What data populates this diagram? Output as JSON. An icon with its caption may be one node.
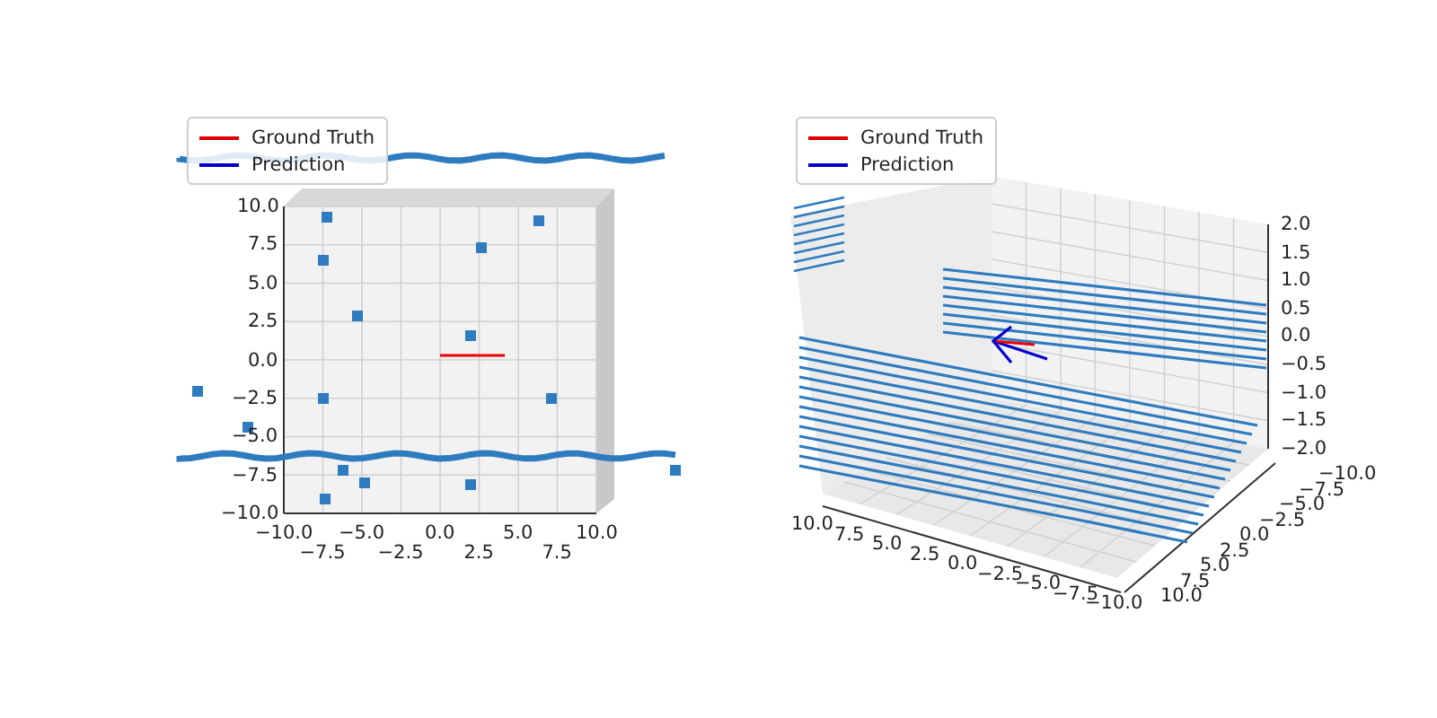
{
  "diagram": {
    "labels": [
      "10.0",
      "7.5",
      "5.0",
      "2.5",
      "0.0",
      "−2.5",
      "−5.0",
      "−7.5",
      "−10.0",
      "−10.0",
      "−7.5",
      "−5.0",
      "−2.5",
      "0.0",
      "2.5",
      "5.0",
      "7.5",
      "10.0",
      "2.0",
      "1.5",
      "1.0",
      "0.5",
      "0.0",
      "−0.5",
      "−1.0",
      "−1.5",
      "−2.0",
      "10.0",
      "7.5",
      "5.0",
      "2.5",
      "0.0",
      "−2.5",
      "−5.0",
      "−7.5",
      "−10.0",
      "10.0",
      "7.5",
      "5.0",
      "2.5",
      "0.0",
      "−2.5",
      "−5.0",
      "−7.5",
      "−10.0"
    ],
    "legend": [
      {
        "text": "Ground Truth"
      },
      {
        "text": "Prediction"
      },
      {
        "text": "Ground Truth"
      },
      {
        "text": "Prediction"
      }
    ]
  }
}
